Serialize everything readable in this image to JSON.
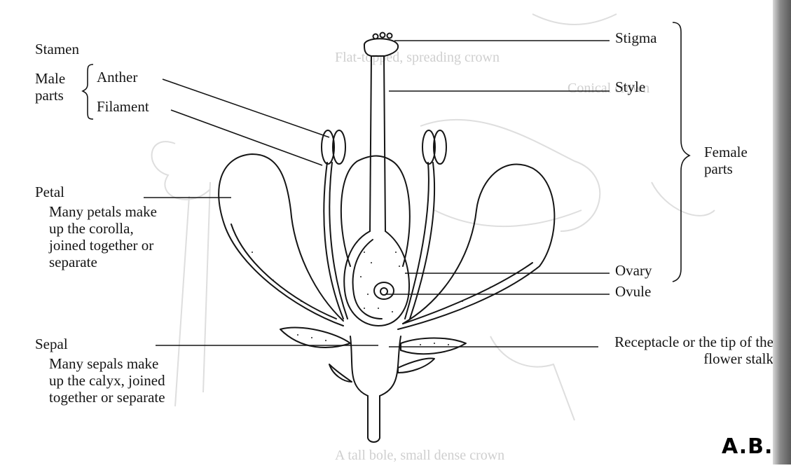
{
  "diagram": {
    "stamen_title": "Stamen",
    "male_parts": "Male parts",
    "anther": "Anther",
    "filament": "Filament",
    "petal_title": "Petal",
    "petal_desc": "Many petals make up the corolla, joined together or separate",
    "sepal_title": "Sepal",
    "sepal_desc": "Many sepals make up the calyx, joined together or separate",
    "stigma": "Stigma",
    "style": "Style",
    "female_parts": "Female parts",
    "ovary": "Ovary",
    "ovule": "Ovule",
    "receptacle": "Receptacle or the tip of the flower stalk",
    "signature": "A.B.",
    "bleed_through": [
      "Flat-topped, spreading crown",
      "Conical crown",
      "A tall bole, small dense crown"
    ]
  },
  "colors": {
    "ink": "#151515",
    "ghost": "#cfcfcf",
    "paper": "#ffffff"
  }
}
